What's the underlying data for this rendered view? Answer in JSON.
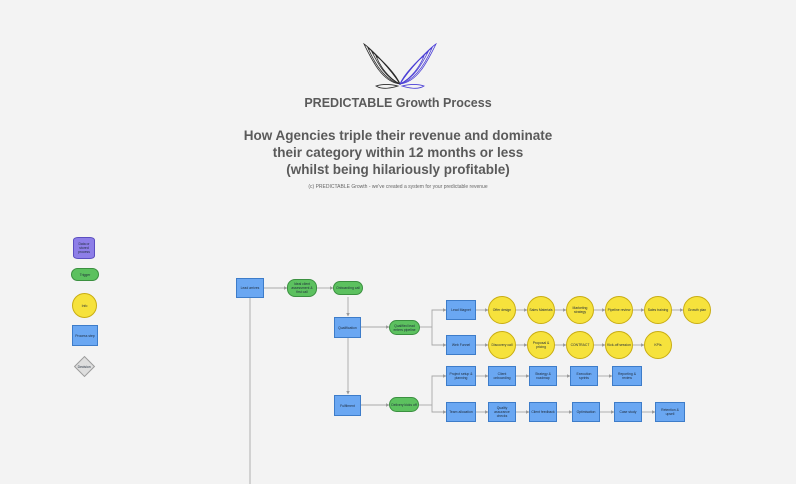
{
  "header": {
    "title": "PREDICTABLE Growth Process",
    "subtitle_line1": "How Agencies triple their revenue and dominate",
    "subtitle_line2": "their category within 12 months or less",
    "subtitle_line3": "(whilst being hilariously profitable)",
    "caption": "(c) PREDICTABLE Growth - we've created a system for your predictable revenue"
  },
  "logo": {
    "icon": "butterfly-icon",
    "colors": [
      "#2a2a2a",
      "#4b3fd6"
    ]
  },
  "legend": [
    {
      "shape": "cylinder",
      "label": "Data or stored process"
    },
    {
      "shape": "pill",
      "label": "Trigger"
    },
    {
      "shape": "circle",
      "label": "Info"
    },
    {
      "shape": "rect",
      "label": "Process step"
    },
    {
      "shape": "diamond",
      "label": "Decision"
    }
  ],
  "flow": {
    "start": "Lead arrives",
    "trigger1": "Ideal client assessment & first call",
    "trigger2": "Onboarding call",
    "hub1": "Qualification",
    "trigger3": "Qualified lead enters pipeline",
    "branch1a": "Lead Magnet",
    "branch1b": "Web Funnel",
    "row1_info": [
      "Offer design",
      "Sales Materials",
      "Marketing strategy",
      "Pipeline review",
      "Sales training",
      "Growth plan"
    ],
    "row2_info": [
      "Discovery call",
      "Proposal & pricing",
      "CONTRACT",
      "Kick-off session",
      "KPIs"
    ],
    "hub2": "Fulfilment",
    "trigger4": "Delivery kicks off",
    "row3_steps": [
      "Project setup & planning",
      "Client onboarding",
      "Strategy & roadmap",
      "Execution sprints",
      "Reporting & review"
    ],
    "row4_steps": [
      "Team allocation",
      "Quality assurance checks",
      "Client feedback",
      "Optimisation",
      "Case study",
      "Retention & upsell"
    ]
  }
}
